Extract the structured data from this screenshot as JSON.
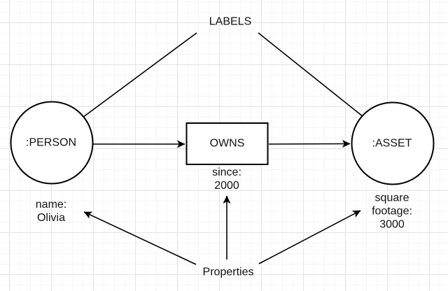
{
  "canvas": {
    "background": "#ffffff",
    "grid_minor_color": "#f5f5f5",
    "grid_major_color": "#e3e3e3",
    "stroke_color": "#000000",
    "shape_fill": "#ffffff"
  },
  "annotations": {
    "labels": "LABELS",
    "properties": "Properties"
  },
  "nodes": {
    "person": {
      "label": ":PERSON",
      "property_lines": [
        "name:",
        "Olivia"
      ]
    },
    "asset": {
      "label": ":ASSET",
      "property_lines": [
        "square",
        "footage:",
        "3000"
      ]
    }
  },
  "relationship": {
    "label": "OWNS",
    "property_lines": [
      "since:",
      "2000"
    ]
  }
}
